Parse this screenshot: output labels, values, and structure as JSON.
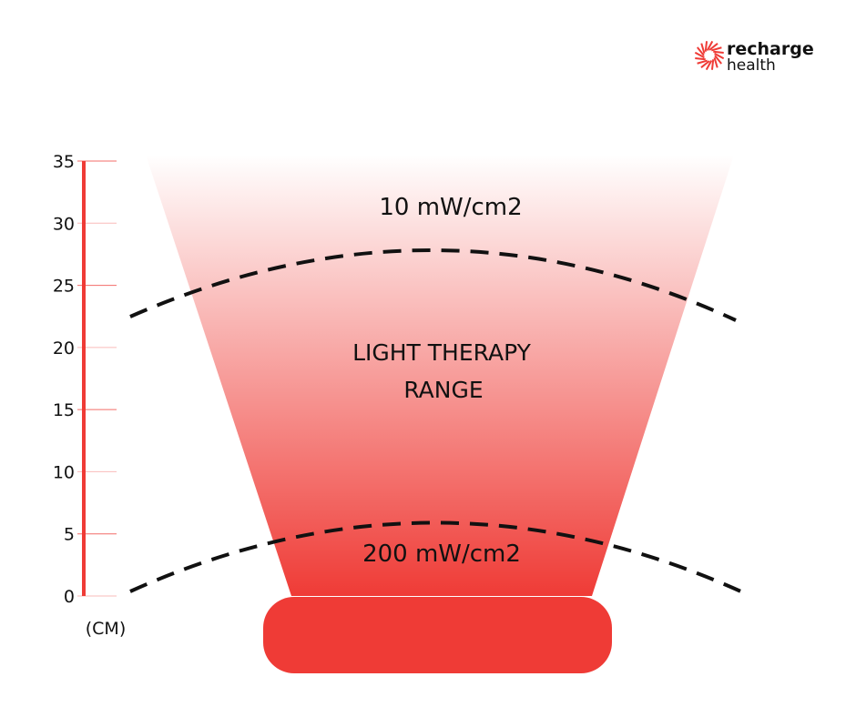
{
  "brand": {
    "line1": "recharge",
    "line2": "health",
    "color": "#ef3b36"
  },
  "axis": {
    "unit_label": "(CM)",
    "ticks": [
      0,
      5,
      10,
      15,
      20,
      25,
      30,
      35
    ],
    "max": 35,
    "color": "#ef3b36"
  },
  "beam": {
    "color": "#ef3b36"
  },
  "labels": {
    "low_power": "10 mW/cm2",
    "range_line1": "LIGHT THERAPY",
    "range_line2": "RANGE",
    "high_power": "200 mW/cm2"
  }
}
